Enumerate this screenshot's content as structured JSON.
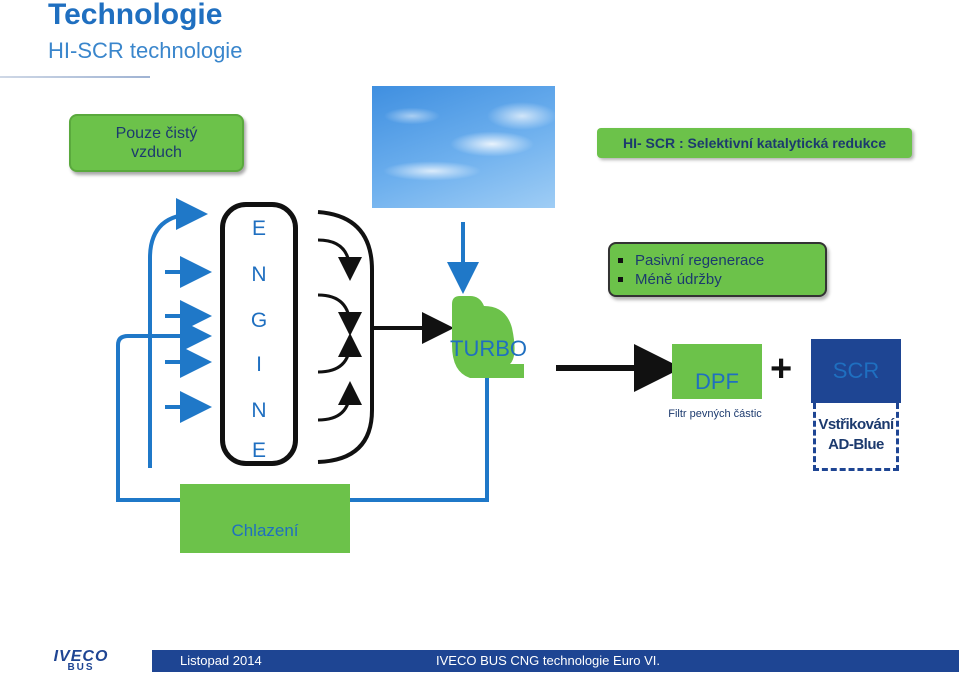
{
  "header": {
    "title": "Technologie",
    "subtitle": "HI-SCR technologie"
  },
  "diagram": {
    "pure_air_label": "Pouze čistý vzduch",
    "scr_header": "HI- SCR :  Selektivní katalytická redukce",
    "engine_letters": [
      "E",
      "N",
      "G",
      "I",
      "N",
      "E"
    ],
    "turbo_label": "TURBO",
    "benefits": [
      "Pasivní regenerace",
      "Méně údržby"
    ],
    "dpf_label": "DPF",
    "dpf_sublabel": "Filtr pevných částic",
    "plus_sign": "+",
    "scr_label": "SCR",
    "adblue_label": "Vstřikování AD-Blue",
    "cooling_label": "Chlazení"
  },
  "footer": {
    "logo_top": "IVECO",
    "logo_bottom": "BUS",
    "date": "Listopad 2014",
    "text": "IVECO BUS CNG technologie Euro VI."
  },
  "colors": {
    "green": "#6cc24a",
    "blue_text": "#1f6fc0",
    "dark_blue": "#1e4593",
    "flow_blue": "#1f78c8"
  }
}
